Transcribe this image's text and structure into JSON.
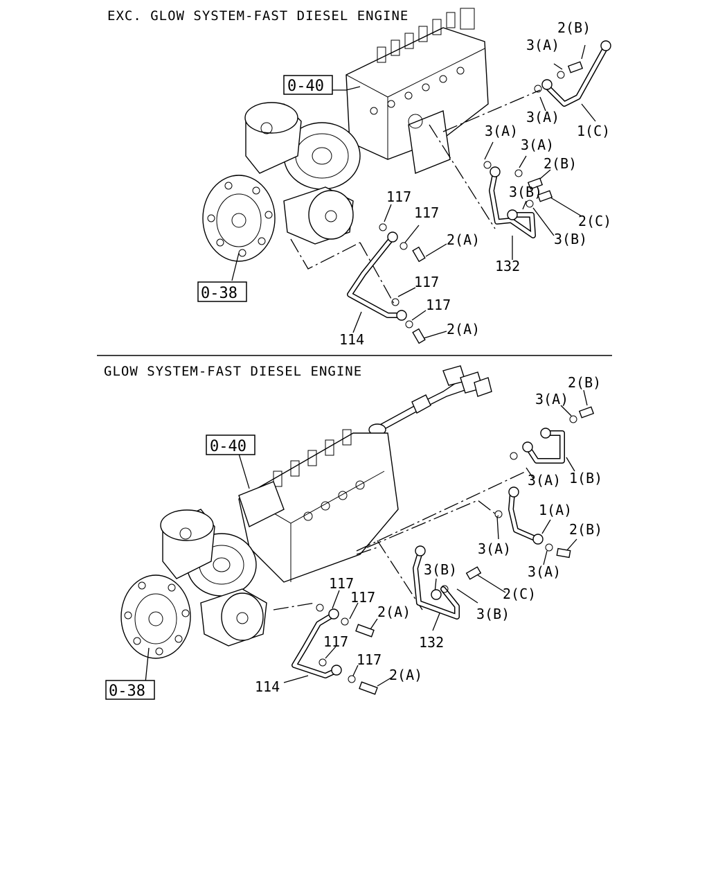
{
  "sections": [
    {
      "title": "EXC. GLOW SYSTEM-FAST DIESEL ENGINE",
      "refs": [
        "0-40",
        "0-38"
      ],
      "callouts": [
        "2(B)",
        "3(A)",
        "3(A)",
        "1(C)",
        "3(A)",
        "3(A)",
        "2(B)",
        "3(B)",
        "2(C)",
        "3(B)",
        "132",
        "117",
        "117",
        "2(A)",
        "117",
        "117",
        "2(A)",
        "114"
      ]
    },
    {
      "title": "GLOW SYSTEM-FAST DIESEL ENGINE",
      "refs": [
        "0-40",
        "0-38"
      ],
      "callouts": [
        "2(B)",
        "3(A)",
        "3(A)",
        "1(B)",
        "1(A)",
        "2(B)",
        "3(A)",
        "3(A)",
        "3(B)",
        "2(C)",
        "3(B)",
        "132",
        "117",
        "117",
        "2(A)",
        "117",
        "117",
        "2(A)",
        "114"
      ]
    }
  ]
}
